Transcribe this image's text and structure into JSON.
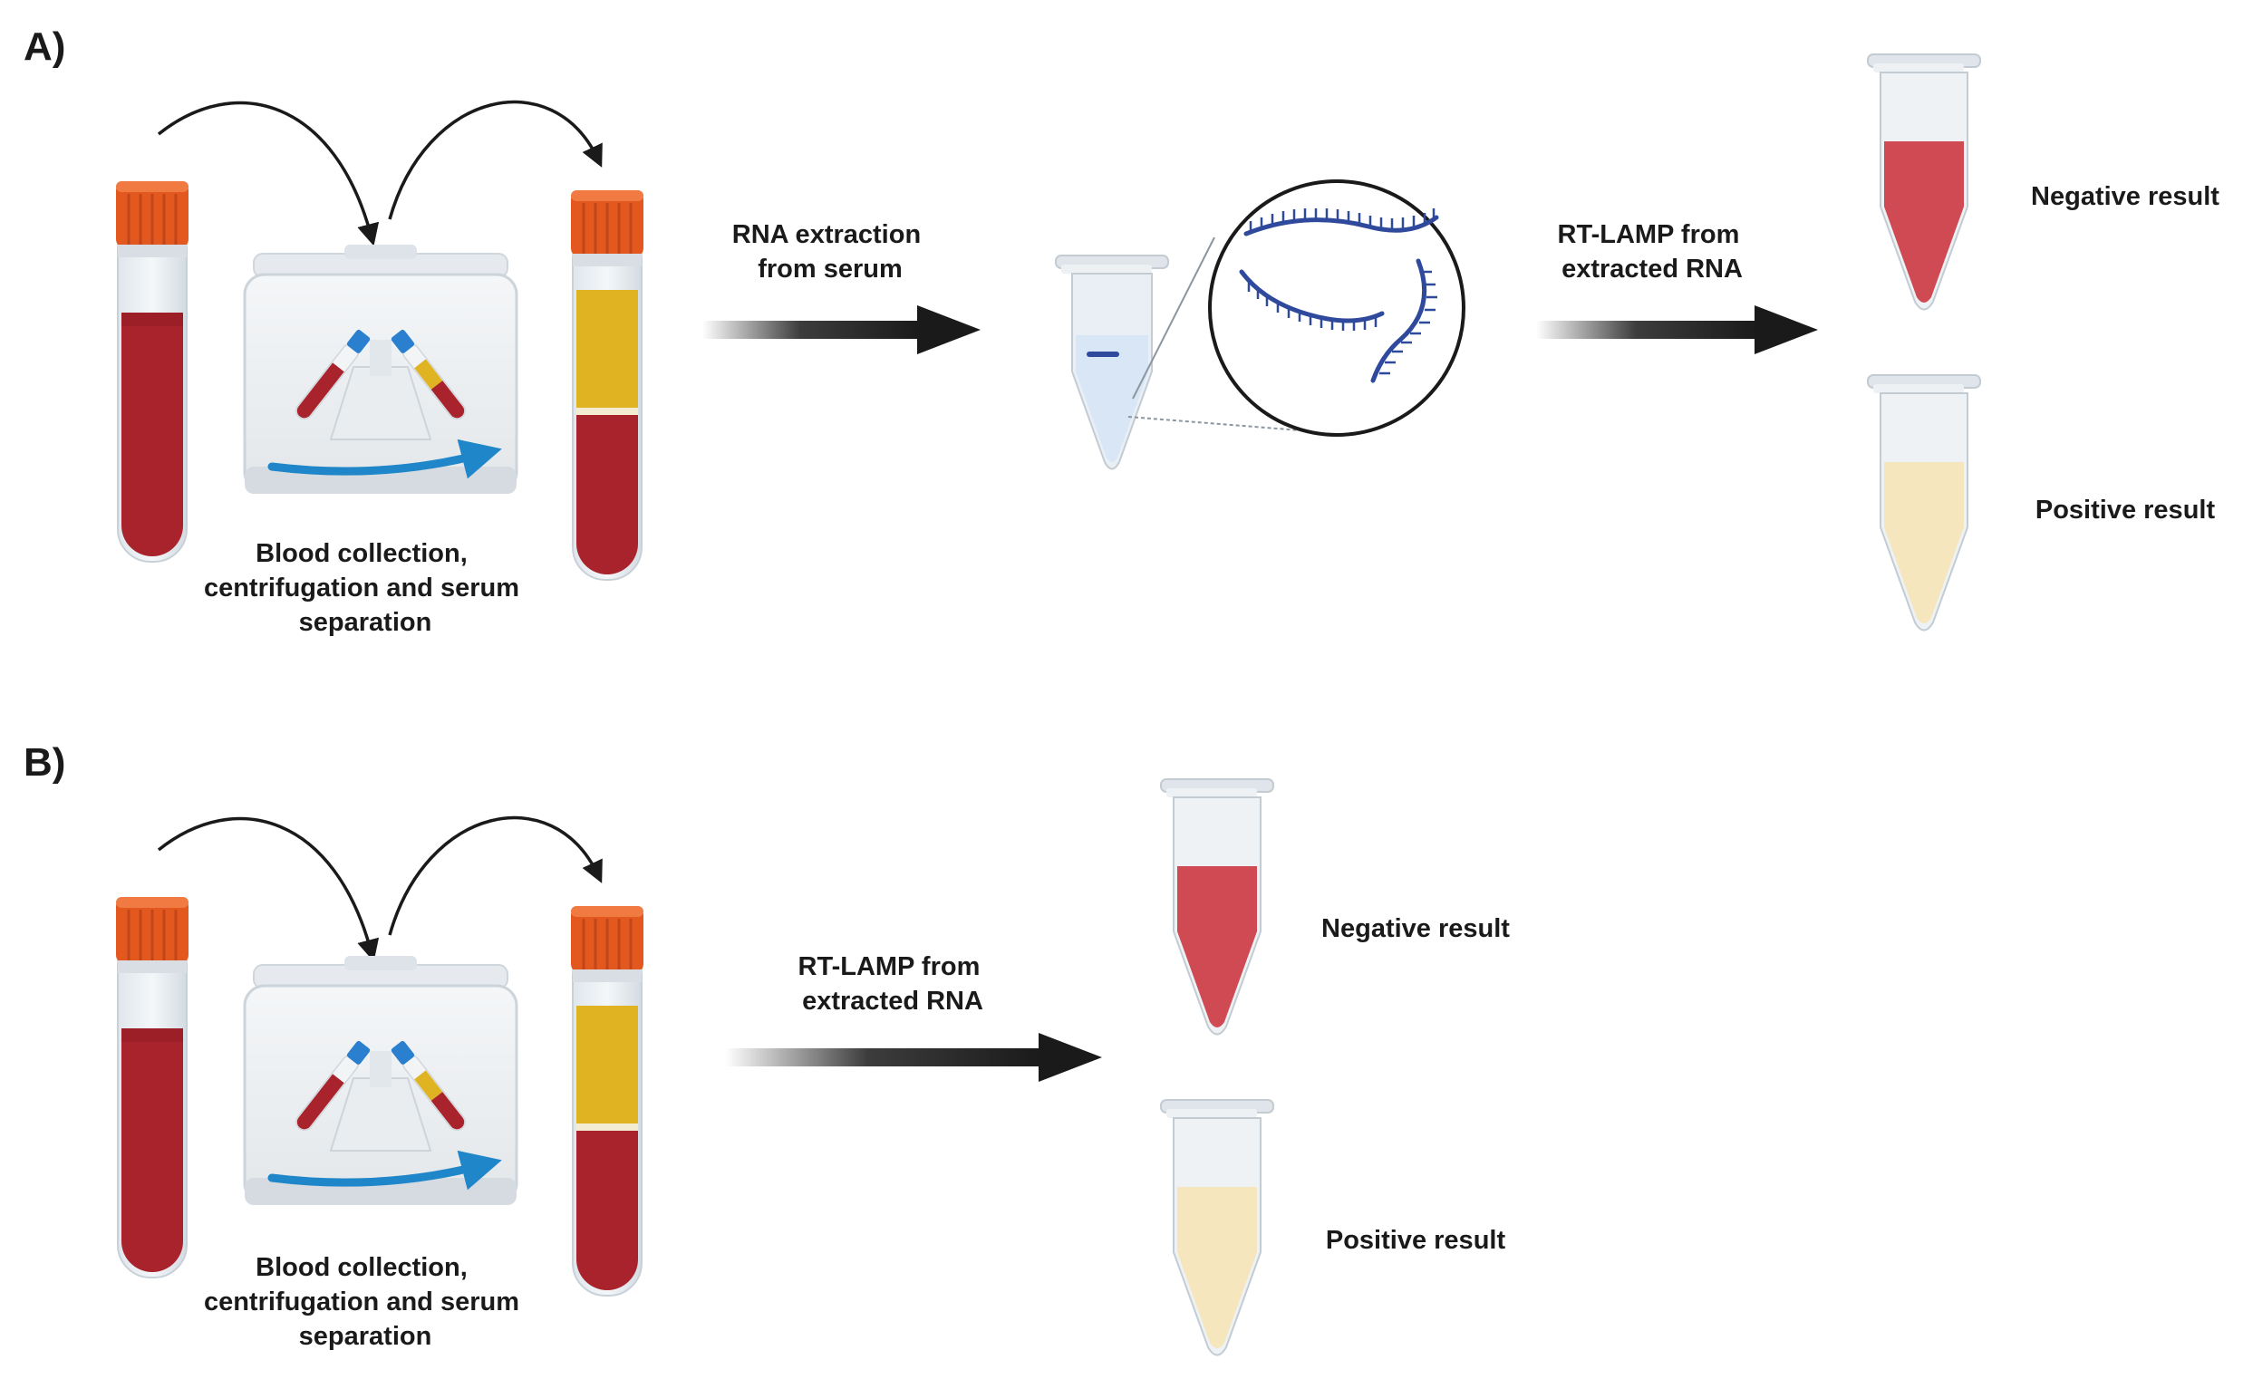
{
  "panels": [
    {
      "letter": "A)",
      "collection_label": [
        "Blood collection,",
        "centrifugation and serum",
        "separation"
      ],
      "step1_label": [
        "RNA extraction",
        "from serum"
      ],
      "step2_label": [
        "RT-LAMP from",
        "extracted RNA"
      ],
      "negative_label": "Negative result",
      "positive_label": "Positive result"
    },
    {
      "letter": "B)",
      "collection_label": [
        "Blood collection,",
        "centrifugation and serum",
        "separation"
      ],
      "step1_label": [
        "RT-LAMP from",
        "extracted RNA"
      ],
      "negative_label": "Negative result",
      "positive_label": "Positive result"
    }
  ],
  "colors": {
    "blood": "#a8232c",
    "serum": "#e0b323",
    "cap": "#e2581f",
    "negative": "#cf4a52",
    "positive": "#f6e6bd",
    "rna": "#2f4a9c",
    "arrow": "#1a1a1a",
    "centrifuge_arrow": "#1f86c9"
  }
}
